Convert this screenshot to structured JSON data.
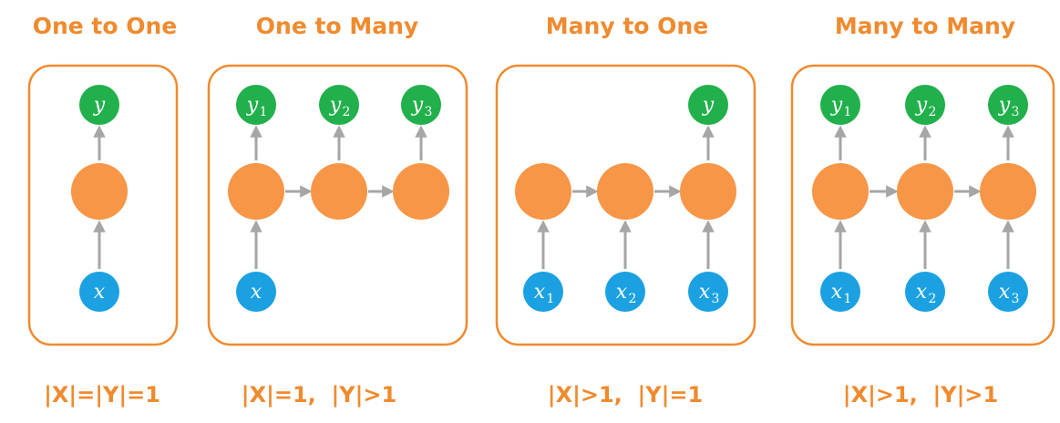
{
  "colors": {
    "accent": "#F08A2E",
    "hidden": "#F79646",
    "output": "#21B04B",
    "input": "#1BA1E2",
    "arrow": "#A6A6A6",
    "node_text": "#FFFFFF"
  },
  "panels": [
    {
      "title": "One to One",
      "caption": "|X|=|Y|=1",
      "outputs": [
        {
          "sym": "y",
          "sub": ""
        }
      ],
      "inputs": [
        {
          "sym": "x",
          "sub": ""
        }
      ]
    },
    {
      "title": "One to Many",
      "caption": "|X|=1,  |Y|>1",
      "outputs": [
        {
          "sym": "y",
          "sub": "1"
        },
        {
          "sym": "y",
          "sub": "2"
        },
        {
          "sym": "y",
          "sub": "3"
        }
      ],
      "inputs": [
        {
          "sym": "x",
          "sub": ""
        }
      ]
    },
    {
      "title": "Many to One",
      "caption": "|X|>1,  |Y|=1",
      "outputs": [
        {
          "sym": "y",
          "sub": ""
        }
      ],
      "inputs": [
        {
          "sym": "x",
          "sub": "1"
        },
        {
          "sym": "x",
          "sub": "2"
        },
        {
          "sym": "x",
          "sub": "3"
        }
      ]
    },
    {
      "title": "Many to Many",
      "caption": "|X|>1,  |Y|>1",
      "outputs": [
        {
          "sym": "y",
          "sub": "1"
        },
        {
          "sym": "y",
          "sub": "2"
        },
        {
          "sym": "y",
          "sub": "3"
        }
      ],
      "inputs": [
        {
          "sym": "x",
          "sub": "1"
        },
        {
          "sym": "x",
          "sub": "2"
        },
        {
          "sym": "x",
          "sub": "3"
        }
      ]
    }
  ]
}
